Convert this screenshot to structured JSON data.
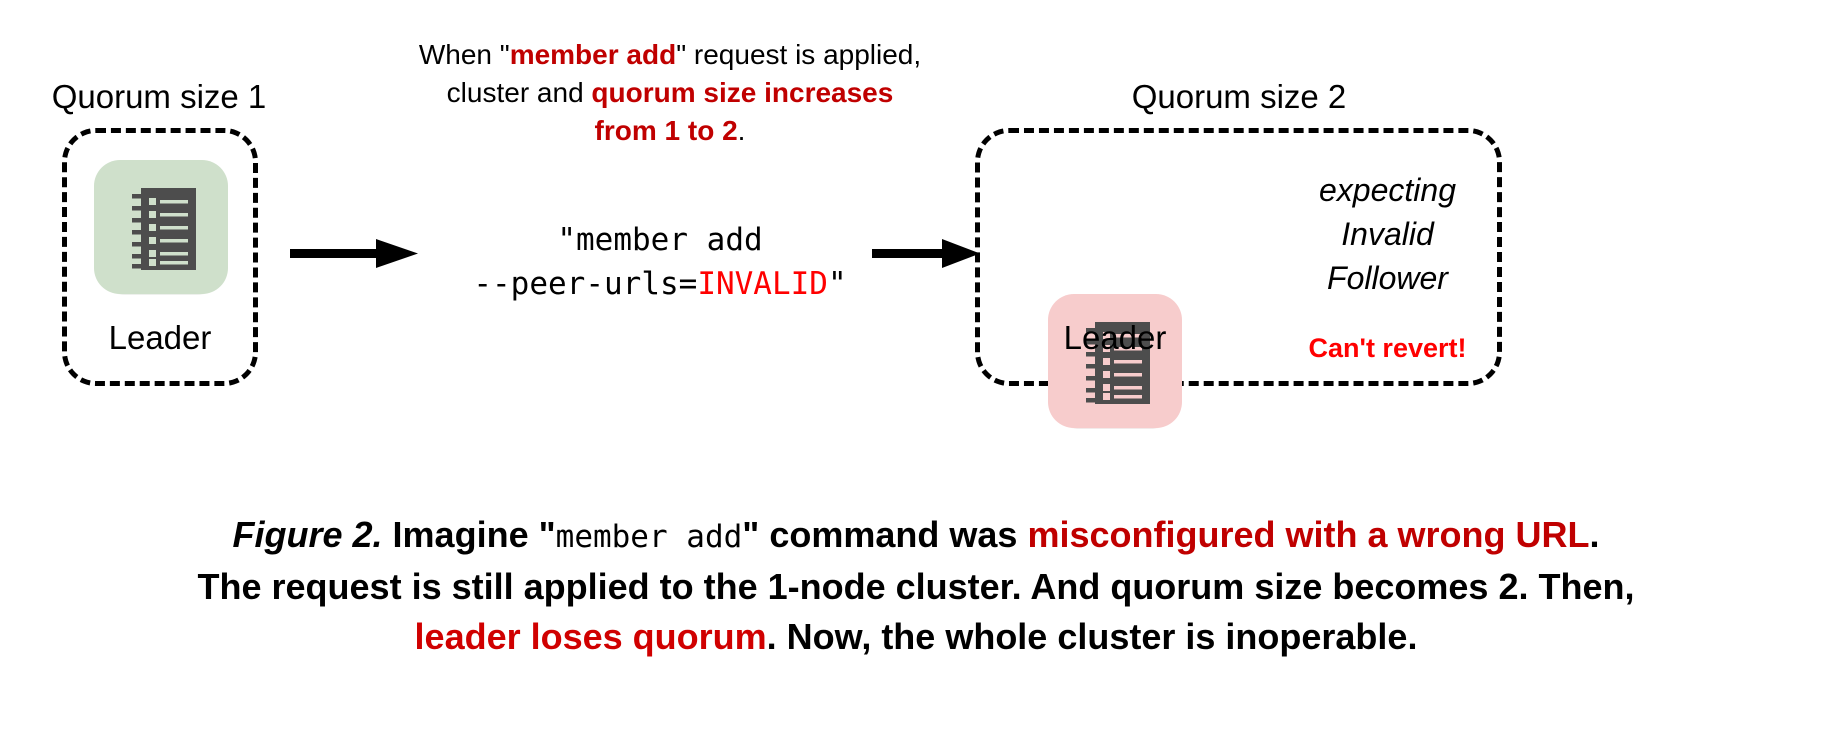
{
  "top_caption": {
    "line1_pre": "When \"",
    "line1_hl": "member add",
    "line1_post": "\" request is applied,",
    "line2_pre": "cluster and ",
    "line2_hl": "quorum size increases",
    "line3_hl": "from 1 to 2",
    "line3_post": "."
  },
  "left_cluster": {
    "title": "Quorum size 1",
    "node_label": "Leader",
    "node_color": "#CFE0CB",
    "node_shadow_color": "#A9B8A5",
    "node_glyph_color": "#4D4D4D"
  },
  "right_cluster": {
    "title": "Quorum size 2",
    "node_label": "Leader",
    "node_color": "#F7CCCC",
    "node_shadow_color": "#C49A9A",
    "node_glyph_color": "#4D4D4D",
    "status_line1": "expecting",
    "status_line2": "Invalid",
    "status_line3": "Follower",
    "warning": "Can't revert!"
  },
  "command": {
    "line1": "\"member add",
    "line2_pre": "--peer-urls=",
    "line2_invalid": "INVALID",
    "line2_post": "\""
  },
  "figure_caption": {
    "label": "Figure 2.",
    "l1_a": " Imagine \"",
    "l1_mono": "member add",
    "l1_b": "\" command was ",
    "l1_red": "misconfigured with a wrong URL",
    "l1_c": ".",
    "l2": "The request is still applied to the 1-node cluster. And quorum size becomes 2. Then,",
    "l3_red": "leader loses quorum",
    "l3_rest": ". Now, the whole cluster is inoperable."
  },
  "colors": {
    "highlight_red": "#C00000",
    "bright_red": "#FF0000",
    "ink": "#000000",
    "glyph_gray": "#4D4D4D"
  },
  "icons": {
    "node": "ledger-icon",
    "arrow": "arrow-right-icon"
  }
}
